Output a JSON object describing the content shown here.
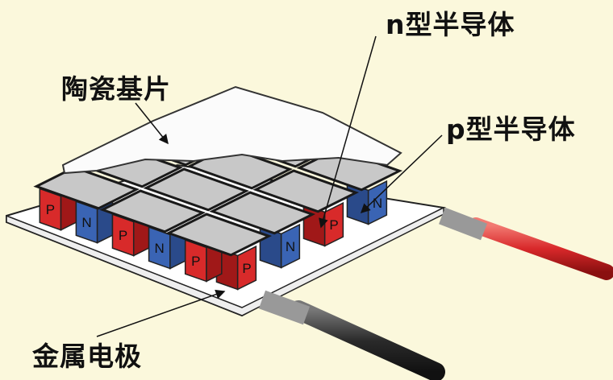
{
  "labels": {
    "ceramic": "陶瓷基片",
    "n_type": "n型半导体",
    "p_type": "p型半导体",
    "electrode": "金属电极"
  },
  "blocks": {
    "front_row": [
      "P",
      "N",
      "P",
      "N",
      "P"
    ],
    "right_row": [
      "P",
      "N",
      "P",
      "N"
    ]
  },
  "colors": {
    "background": "#fbf8dc",
    "p_type": "#d82a2a",
    "n_type": "#3a64b4",
    "electrode": "#c8c8c8",
    "red_wire": "#d8282a",
    "black_wire": "#2a2a2a"
  }
}
